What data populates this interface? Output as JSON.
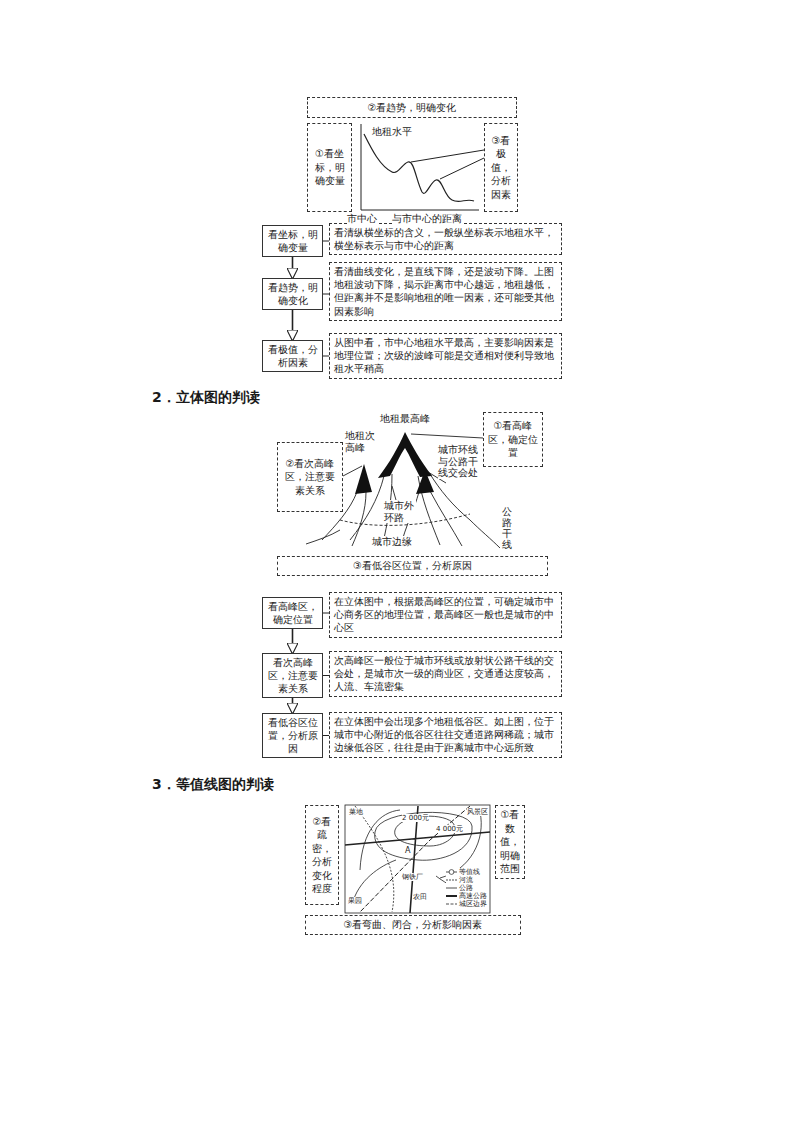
{
  "diagram": {
    "nodes": [
      {
        "text": [
          "②看趋势，明确变化"
        ]
      },
      {
        "text": [
          "①看坐标，明确变量"
        ]
      },
      {
        "text": [
          "③看极值，分析因素"
        ]
      },
      {
        "text": [
          "看坐标，明确变量"
        ]
      },
      {
        "text": [
          "看清纵横坐标的含义，一般纵坐标表示地租水平，横坐标表示与市中心的距离"
        ]
      },
      {
        "text": [
          "看趋势，明确变化"
        ]
      },
      {
        "text": [
          "看清曲线变化，是直线下降，还是波动下降。上图地租波动下降，揭示距离市中心越远，地租越低，但距离并不是影响地租的唯一因素，还可能受其他因素影响"
        ]
      },
      {
        "text": [
          "看极值，分析因素"
        ]
      },
      {
        "text": [
          "从图中看，市中心地租水平最高，主要影响因素是地理位置；次级的波峰可能是交通相对便利导致地租水平稍高"
        ]
      },
      {
        "text": [
          "①看高峰区，确定位置"
        ]
      },
      {
        "text": [
          "②看次高峰区，注意要素关系"
        ]
      },
      {
        "text": [
          "③看低谷区位置，分析原因"
        ]
      },
      {
        "text": [
          "看高峰区，确定位置"
        ]
      },
      {
        "text": [
          "在立体图中，根据最高峰区的位置，可确定城市中心商务区的地理位置，最高峰区一般也是城市的中心区"
        ]
      },
      {
        "text": [
          "看次高峰区，注意要素关系"
        ]
      },
      {
        "text": [
          "次高峰区一般位于城市环线或放射状公路干线的交会处，是城市次一级的商业区，交通通达度较高，人流、车流密集"
        ]
      },
      {
        "text": [
          "看低谷区位置，分析原因"
        ]
      },
      {
        "text": [
          "在立体图中会出现多个地租低谷区。如上图，位于城市中心附近的低谷区往往交通道路网稀疏；城市边缘低谷区，往往是由于距离城市中心远所致"
        ]
      },
      {
        "text": [
          "①看数值，明确范围"
        ]
      },
      {
        "text": [
          "②看疏密，分析变化程度"
        ]
      },
      {
        "text": [
          "③看弯曲、闭合，分析影响因素"
        ]
      }
    ],
    "edges": [
      {
        "from": 3,
        "to": 4,
        "arrow": "none"
      },
      {
        "from": 3,
        "to": 5,
        "arrow": "to"
      },
      {
        "from": 5,
        "to": 6,
        "arrow": "none"
      },
      {
        "from": 5,
        "to": 7,
        "arrow": "to"
      },
      {
        "from": 7,
        "to": 8,
        "arrow": "none"
      },
      {
        "from": 12,
        "to": 13,
        "arrow": "none"
      },
      {
        "from": 12,
        "to": 14,
        "arrow": "to"
      },
      {
        "from": 14,
        "to": 15,
        "arrow": "none"
      },
      {
        "from": 14,
        "to": 16,
        "arrow": "to"
      },
      {
        "from": 16,
        "to": 17,
        "arrow": "none"
      }
    ],
    "labels": [
      "地租水平",
      "市中心",
      "与市中心的距离",
      "2．立体图的判读",
      "地租最高峰",
      "地租次高峰",
      "城市环线与公路干线交会处",
      "城市外环路",
      "公路干线",
      "城市边缘",
      "3．等值线图的判读",
      "菜地",
      "风景区",
      "2 000元",
      "4 000元",
      "A",
      "钢铁厂",
      "农田",
      "果园"
    ],
    "legend": [
      {
        "text": "等值线"
      },
      {
        "text": "河流"
      },
      {
        "text": "公路"
      },
      {
        "text": "高速公路"
      },
      {
        "text": "城区边界"
      }
    ]
  }
}
